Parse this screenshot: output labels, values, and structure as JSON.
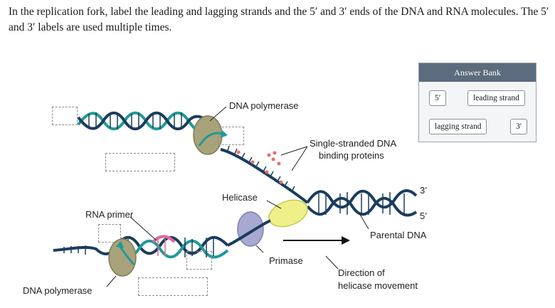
{
  "question": {
    "text": "In the replication fork, label the leading and lagging strands and the 5′ and 3′ ends of the DNA and RNA molecules. The 5′ and 3′ labels are used multiple times."
  },
  "answer_bank": {
    "title": "Answer Bank",
    "chips": [
      "5′",
      "leading strand",
      "lagging strand",
      "3′"
    ]
  },
  "diagram": {
    "labels": {
      "dna_polymerase_top": "DNA polymerase",
      "ssb": "Single-stranded DNA",
      "ssb_line2": "binding proteins",
      "helicase": "Helicase",
      "rna_primer": "RNA primer",
      "primase": "Primase",
      "parental_dna": "Parental DNA",
      "direction": "Direction of",
      "direction_line2": "helicase movement",
      "dna_polymerase_bottom": "DNA polymerase",
      "end_3": "3’",
      "end_5": "5’"
    }
  }
}
